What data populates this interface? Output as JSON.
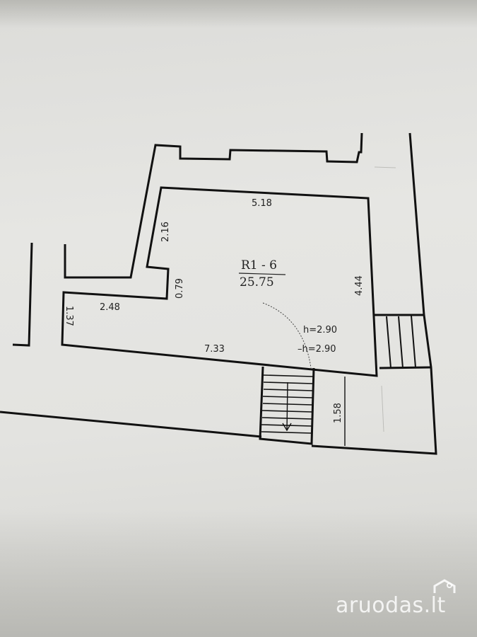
{
  "room": {
    "id": "R1 - 6",
    "area": "25.75",
    "height_1": "h=2.90",
    "height_2": "–h=2.90"
  },
  "dimensions": {
    "top": "5.18",
    "left_upper": "2.16",
    "notch": "0.79",
    "left_ledge": "2.48",
    "left_end": "1.37",
    "bottom": "7.33",
    "right": "4.44",
    "stair": "1.58"
  },
  "watermark": "aruodas.lt"
}
